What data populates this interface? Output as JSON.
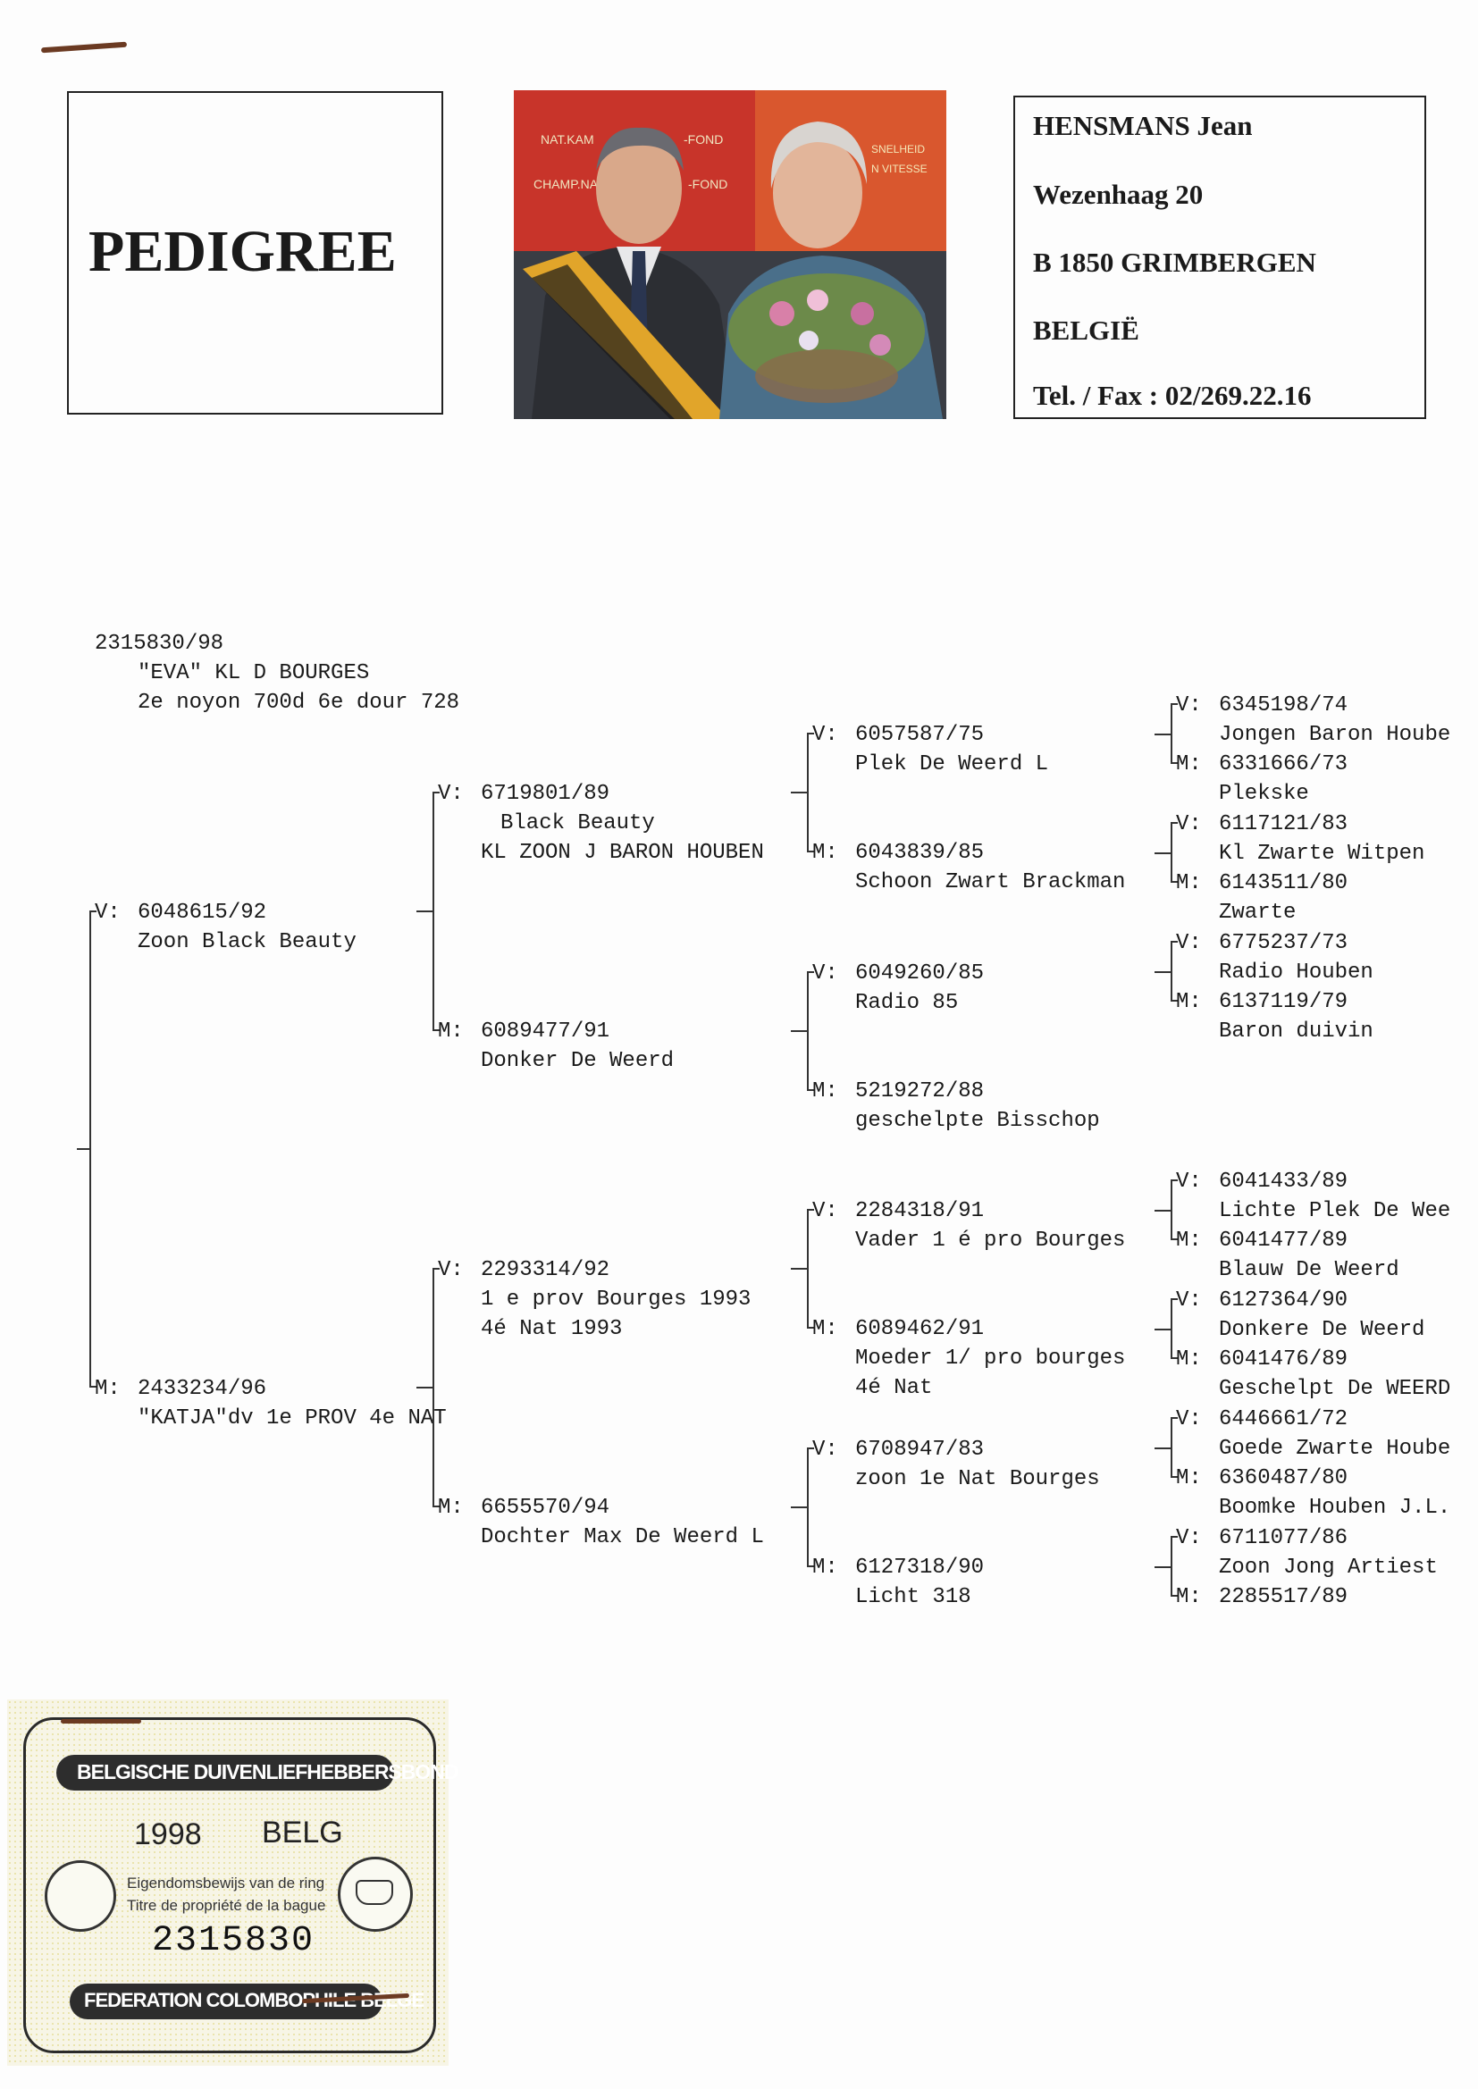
{
  "header": {
    "title": "PEDIGREE",
    "owner": {
      "name": "HENSMANS Jean",
      "street": "Wezenhaag  20",
      "city": "B 1850   GRIMBERGEN",
      "country": "BELGIË",
      "phone": "Tel. / Fax :  02/269.22.16"
    },
    "photo_text": {
      "banner_left_1": "NAT.KAM",
      "banner_left_2": "CHAMP.NA",
      "banner_mid_1": "-FOND",
      "banner_mid_2": "-FOND",
      "banner_right_1": "SNELHEID",
      "banner_right_2": "N VITESSE"
    }
  },
  "pigeon": {
    "ring": "2315830/98",
    "name": "\"EVA\" KL D BOURGES",
    "results": "2e noyon 700d 6e dour 728"
  },
  "labels": {
    "father": "V:",
    "mother": "M:"
  },
  "gen1": {
    "father": {
      "ring": "6048615/92",
      "desc": "Zoon Black Beauty"
    },
    "mother": {
      "ring": "2433234/96",
      "desc": "\"KATJA\"dv 1e PROV 4e NAT"
    }
  },
  "gen2": {
    "ff": {
      "ring": "6719801/89",
      "desc1": "Black Beauty",
      "desc2": "KL ZOON J BARON HOUBEN"
    },
    "fm": {
      "ring": "6089477/91",
      "desc1": "Donker De Weerd"
    },
    "mf": {
      "ring": "2293314/92",
      "desc1": "1 e prov  Bourges 1993",
      "desc2": "4é Nat 1993"
    },
    "mm": {
      "ring": "6655570/94",
      "desc1": "Dochter Max De Weerd L"
    }
  },
  "gen3": {
    "fff": {
      "ring": "6057587/75",
      "desc1": "Plek De Weerd L"
    },
    "ffm": {
      "ring": "6043839/85",
      "desc1": "Schoon Zwart Brackman"
    },
    "fmf": {
      "ring": "6049260/85",
      "desc1": "Radio 85"
    },
    "fmm": {
      "ring": "5219272/88",
      "desc1": "geschelpte Bisschop"
    },
    "mff": {
      "ring": "2284318/91",
      "desc1": "Vader 1 é pro Bourges"
    },
    "mfm": {
      "ring": "6089462/91",
      "desc1": "Moeder 1/ pro bourges",
      "desc2": "4é Nat"
    },
    "mmf": {
      "ring": "6708947/83",
      "desc1": "zoon 1e Nat Bourges"
    },
    "mmm": {
      "ring": "6127318/90",
      "desc1": "Licht 318"
    }
  },
  "gen4": [
    {
      "ring": "6345198/74",
      "desc": "Jongen Baron Hoube"
    },
    {
      "ring": "6331666/73",
      "desc": "Plekske"
    },
    {
      "ring": "6117121/83",
      "desc": "Kl Zwarte Witpen"
    },
    {
      "ring": "6143511/80",
      "desc": "Zwarte"
    },
    {
      "ring": "6775237/73",
      "desc": "Radio Houben"
    },
    {
      "ring": "6137119/79",
      "desc": "Baron duivin"
    },
    {
      "ring": "6041433/89",
      "desc": "Lichte Plek De Wee"
    },
    {
      "ring": "6041477/89",
      "desc": "Blauw De Weerd"
    },
    {
      "ring": "6127364/90",
      "desc": "Donkere De Weerd"
    },
    {
      "ring": "6041476/89",
      "desc": "Geschelpt De WEERD"
    },
    {
      "ring": "6446661/72",
      "desc": "Goede Zwarte Hoube"
    },
    {
      "ring": "6360487/80",
      "desc": "Boomke Houben J.L."
    },
    {
      "ring": "6711077/86",
      "desc": "Zoon Jong Artiest"
    },
    {
      "ring": "2285517/89",
      "desc": ""
    }
  ],
  "ring_card": {
    "top_banner": "BELGISCHE DUIVENLIEFHEBBERSBOND",
    "year": "1998",
    "country": "BELG",
    "line1": "Eigendomsbewijs van de ring",
    "line2": "Titre de propriété de la bague",
    "number": "2315830",
    "bottom_banner": "FEDERATION COLOMBOPHILE BELGE"
  }
}
